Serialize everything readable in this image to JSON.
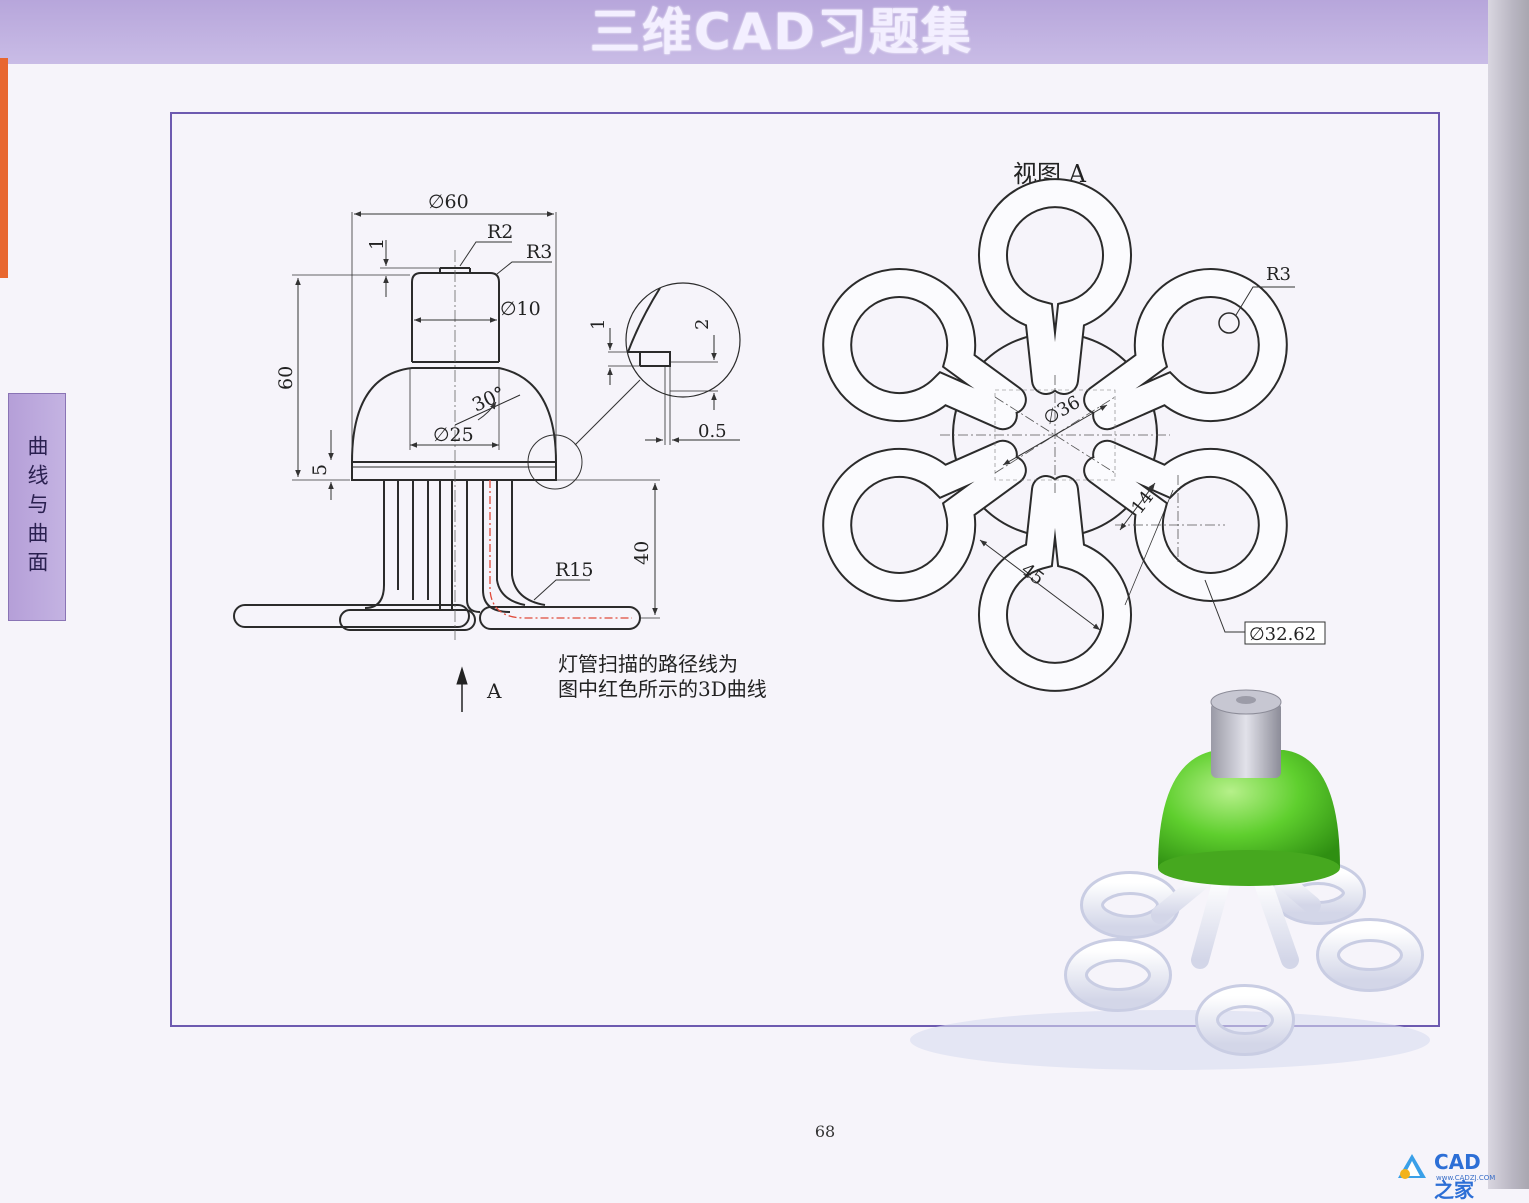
{
  "header": {
    "title": "三维CAD习题集"
  },
  "side_tab": {
    "label": "曲线与曲面"
  },
  "front_view": {
    "dims": {
      "dia_60": "∅60",
      "r2": "R2",
      "r3": "R3",
      "one_top": "1",
      "dia_10": "∅10",
      "height_60": "60",
      "angle_30": "30°",
      "dia_25": "∅25",
      "five": "5",
      "forty": "40",
      "r15": "R15"
    },
    "arrow_label": "A"
  },
  "detail": {
    "one": "1",
    "two": "2",
    "half": "0.5"
  },
  "view_a": {
    "title": "视图 A",
    "dims": {
      "r3": "R3",
      "dia_36": "∅36",
      "fourteen": "14",
      "forty_five": "45",
      "dia_3262": "∅32.62"
    }
  },
  "note": {
    "line1": "灯管扫描的路径线为",
    "line2": "图中红色所示的3D曲线"
  },
  "page_number": "68",
  "watermark": {
    "text": "CAD之家",
    "sub": "www.CADZJ.COM"
  },
  "colors": {
    "line": "#2b2b2b",
    "dim": "#333333",
    "path_red": "#e04a3a",
    "dome_green": "#5fcf2e",
    "accent": "#6d5ab0"
  }
}
